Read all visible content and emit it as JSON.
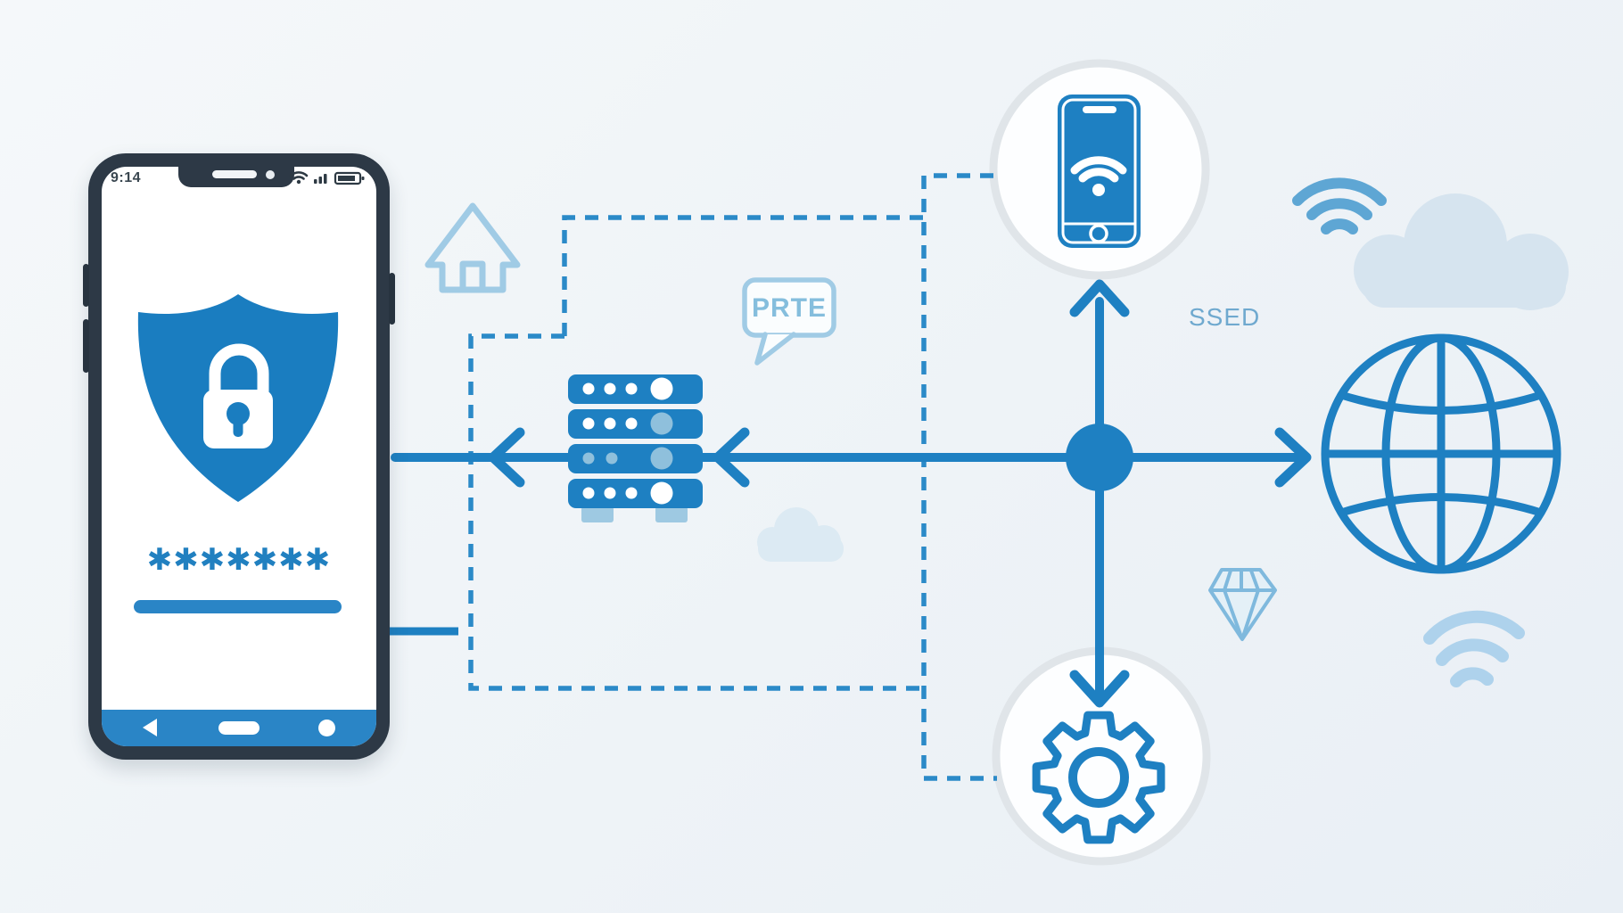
{
  "phone_mockup": {
    "status_time": "9:14",
    "password_mask": "✱✱✱✱✱✱✱",
    "status_icon_names": [
      "wifi-status-icon",
      "signal-status-icon",
      "battery-status-icon"
    ],
    "nav_icon_names": [
      "back-triangle-icon",
      "home-pill-icon",
      "recent-circle-icon"
    ],
    "screen_icon": "shield-lock-icon"
  },
  "annotations": {
    "speech_bubble_text": "PRTE",
    "connection_label": "SSED"
  },
  "diagram_icons": {
    "left_area": [
      "home-outline-icon",
      "server-stack-icon",
      "speech-bubble-icon",
      "small-cloud-icon"
    ],
    "center": [
      "network-node-dot",
      "wifi-phone-icon",
      "gear-icon"
    ],
    "right_area": [
      "wifi-icon-top",
      "large-cloud-icon",
      "globe-icon",
      "diamond-icon",
      "wifi-icon-bottom"
    ]
  },
  "connectors": {
    "solid_arrows": [
      "node-to-server-left",
      "server-to-phone-left",
      "node-to-globe-right",
      "node-to-phone-circle-up",
      "node-to-gear-circle-down"
    ],
    "dashed_paths": [
      "phone-to-top-circle-route",
      "phone-to-gear-circle-route"
    ]
  },
  "colors": {
    "accent_blue": "#1e80c2",
    "mid_blue": "#2a85c6",
    "dashed_blue": "#2b8ac8",
    "light_icon_blue": "#a0cbe5",
    "wifi_medium_blue": "#5ea6d4",
    "wifi_pale_blue": "#aed2ec",
    "pale_cloud": "#d6e4ef",
    "frame_dark": "#2d3946",
    "circle_ring_gray": "#e0e5e9",
    "background": "#eef3f7"
  }
}
